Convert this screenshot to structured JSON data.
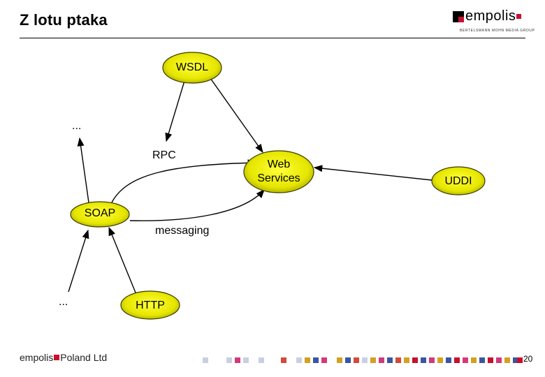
{
  "title": "Z lotu ptaka",
  "logo": {
    "word": "empolis",
    "tagline": "BERTELSMANN MOHN MEDIA GROUP"
  },
  "footer": {
    "brand": "empolis",
    "company": "Poland Ltd",
    "page_number": "20"
  },
  "colors": {
    "node_fill": "#e6e600",
    "node_stroke": "#3a3a00",
    "accent": "#c8102e"
  },
  "nodes": {
    "wsdl": "WSDL",
    "web_services_line1": "Web",
    "web_services_line2": "Services",
    "uddi": "UDDI",
    "soap": "SOAP",
    "http": "HTTP"
  },
  "labels": {
    "rpc": "RPC",
    "messaging": "messaging",
    "ellipsis_top": "...",
    "ellipsis_bottom": "..."
  },
  "decor_squares": [
    "#c8cfe0",
    "#c8cfe0",
    "#d13a7a",
    "#c8cfe0",
    "#c8cfe0",
    "#d14b3a",
    "#c8cfe0",
    "#d4a020",
    "#3a56a0",
    "#d13a7a",
    "#d4a020",
    "#3a56a0",
    "#d14b3a",
    "#c8cfe0",
    "#d4a020",
    "#d13a7a",
    "#3a56a0",
    "#d14b3a",
    "#d4a020",
    "#c8102e",
    "#3a56a0",
    "#d13a7a",
    "#d4a020",
    "#3a56a0",
    "#c8102e",
    "#d13a7a",
    "#d4a020",
    "#3a56a0",
    "#c8102e",
    "#d13a7a",
    "#d4a020",
    "#3a56a0",
    "#c8102e",
    "#d13a7a",
    "#d4a020",
    "#3a56a0"
  ]
}
